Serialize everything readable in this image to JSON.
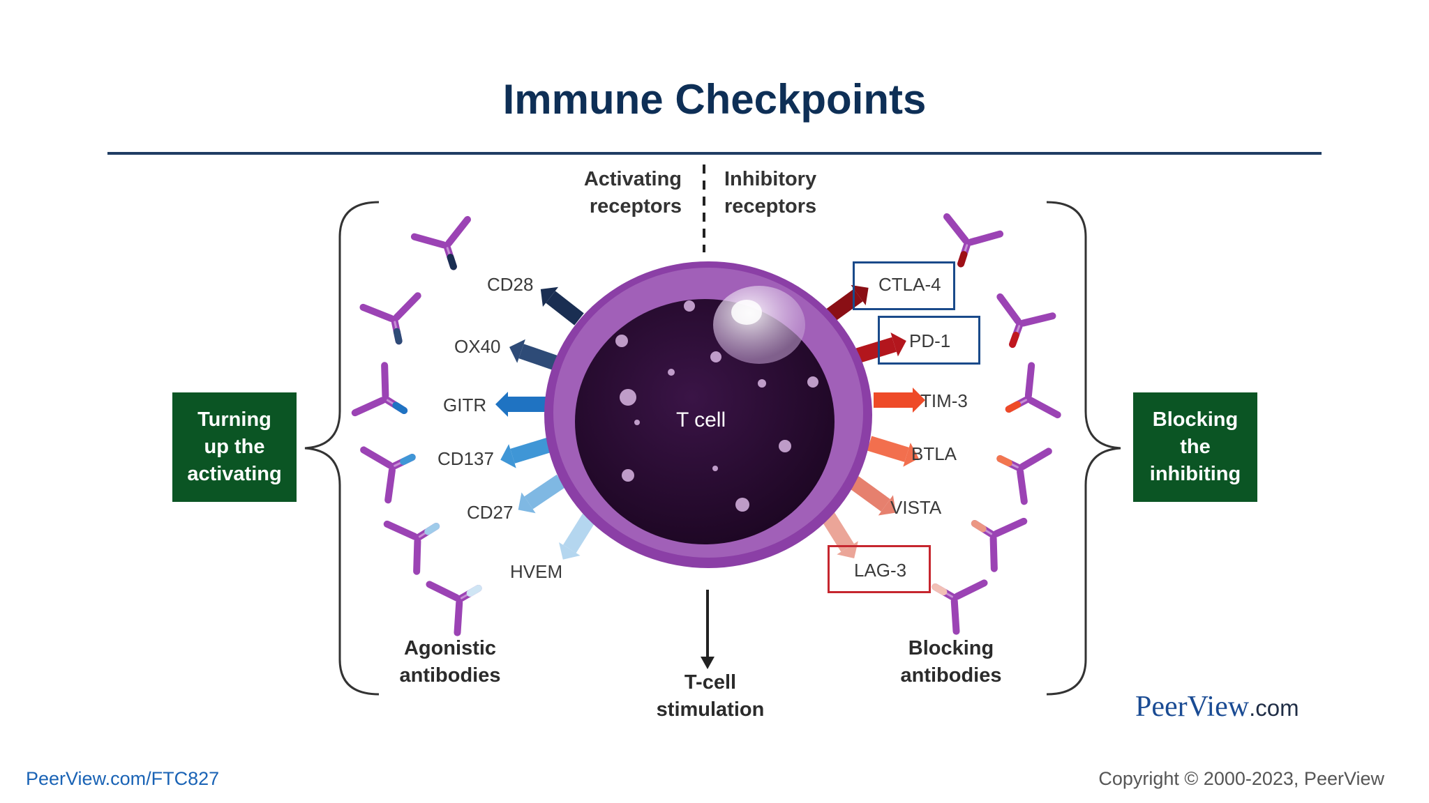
{
  "title": "Immune Checkpoints",
  "headers": {
    "activating_line1": "Activating",
    "activating_line2": "receptors",
    "inhibitory_line1": "Inhibitory",
    "inhibitory_line2": "receptors"
  },
  "cell_label": "T cell",
  "activating_receptors": [
    "CD28",
    "OX40",
    "GITR",
    "CD137",
    "CD27",
    "HVEM"
  ],
  "inhibitory_receptors": [
    "CTLA-4",
    "PD-1",
    "TIM-3",
    "BTLA",
    "VISTA",
    "LAG-3"
  ],
  "left_box": {
    "line1": "Turning",
    "line2": "up the",
    "line3": "activating"
  },
  "right_box": {
    "line1": "Blocking",
    "line2": "the",
    "line3": "inhibiting"
  },
  "captions": {
    "agonistic_line1": "Agonistic",
    "agonistic_line2": "antibodies",
    "blocking_line1": "Blocking",
    "blocking_line2": "antibodies",
    "stim_line1": "T-cell",
    "stim_line2": "stimulation"
  },
  "logo": {
    "brand": "PeerView",
    "suffix": ".com"
  },
  "footer": {
    "link": "PeerView.com/FTC827",
    "copyright": "Copyright © 2000-2023, PeerView"
  },
  "colors": {
    "title": "#0e2f56",
    "box_green": "#0b5524",
    "cell_membrane": "#8b3fa6",
    "cell_interior": "#250a2d",
    "antibody": "#9b43b4",
    "box_blue": "#1a4a8a",
    "box_red": "#c6262e"
  }
}
